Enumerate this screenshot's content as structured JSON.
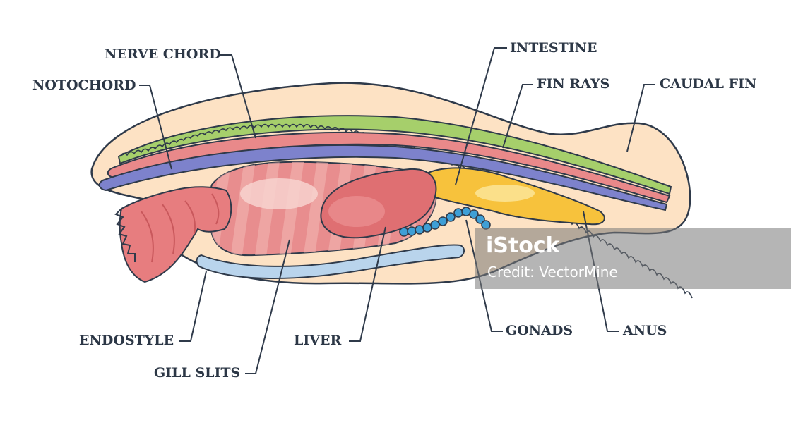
{
  "labels": {
    "nerve_chord": "NERVE CHORD",
    "notochord": "NOTOCHORD",
    "intestine": "INTESTINE",
    "fin_rays": "FIN RAYS",
    "caudal_fin": "CAUDAL FIN",
    "endostyle": "ENDOSTYLE",
    "gill_slits": "GILL SLITS",
    "liver": "LIVER",
    "gonads": "GONADS",
    "anus": "ANUS"
  },
  "watermark": {
    "logo": "iStock",
    "credit": "Credit: VectorMine"
  },
  "colors": {
    "body": "#fde2c4",
    "outline": "#2f3a4a",
    "fin_rays": "#a6cf6b",
    "nerve_chord": "#e9898a",
    "notochord": "#7d82cc",
    "pharynx": "#e88d8e",
    "liver": "#df6f72",
    "intestine": "#f7c23c",
    "gonads": "#3f9fd6",
    "endostyle": "#b9d4ec",
    "oral_hood": "#e77d7f",
    "leader": "#2f3a4a",
    "label_text": "#2c3746"
  }
}
